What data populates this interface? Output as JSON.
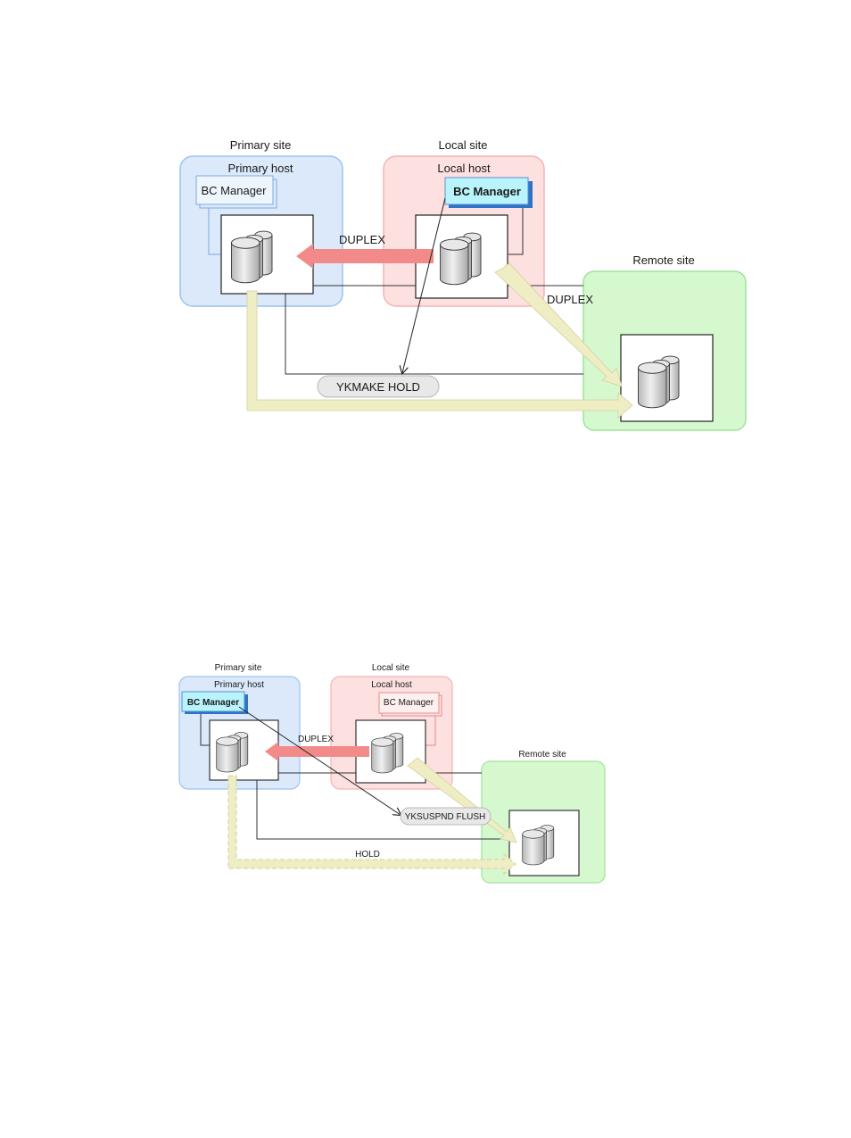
{
  "diagram1": {
    "primary_site": "Primary site",
    "primary_host": "Primary host",
    "local_site": "Local site",
    "local_host": "Local host",
    "remote_site": "Remote site",
    "bc_manager_primary": "BC Manager",
    "bc_manager_local": "BC Manager",
    "duplex_primary_link": "DUPLEX",
    "duplex_remote_link": "DUPLEX",
    "command": "YKMAKE HOLD"
  },
  "diagram2": {
    "primary_site": "Primary site",
    "primary_host": "Primary host",
    "local_site": "Local site",
    "local_host": "Local host",
    "remote_site": "Remote site",
    "bc_manager_primary": "BC Manager",
    "bc_manager_local": "BC Manager",
    "duplex_primary_link": "DUPLEX",
    "hold_link": "HOLD",
    "command": "YKSUSPND FLUSH"
  },
  "colors": {
    "primary_site_fill": "#dbe9fb",
    "primary_site_stroke": "#9cc3ee",
    "local_site_fill": "#fde0e0",
    "local_site_stroke": "#f4b4b4",
    "remote_site_fill": "#d6f8cf",
    "remote_site_stroke": "#9ee39a",
    "duplex_arrow": "#f28a8a",
    "remote_copy_arrow": "#efedc3",
    "active_bc_manager": "#b9f3fb"
  }
}
